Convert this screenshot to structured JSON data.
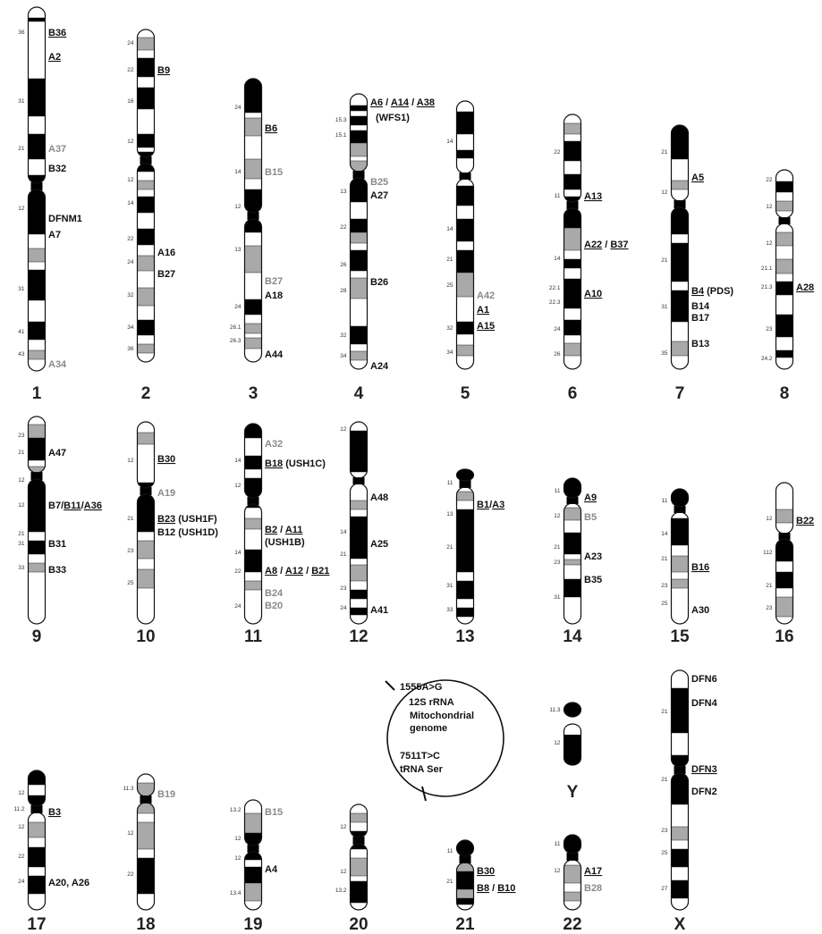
{
  "colors": {
    "black": "#000000",
    "gray": "#a9a9a9",
    "white": "#ffffff",
    "gray_text": "#8a8a8a"
  },
  "chromosomes": [
    {
      "name": "1",
      "bands": [
        "36",
        "31",
        "21",
        "12",
        "31",
        "41",
        "43"
      ],
      "loci": [
        {
          "segs": [
            {
              "t": "B36",
              "u": true
            }
          ]
        },
        {
          "segs": [
            {
              "t": "A2",
              "u": true
            }
          ]
        },
        {
          "segs": [
            {
              "t": "A37",
              "g": true
            }
          ]
        },
        {
          "segs": [
            {
              "t": "B32"
            }
          ]
        },
        {
          "segs": [
            {
              "t": "DFNM1"
            }
          ]
        },
        {
          "segs": [
            {
              "t": "A7"
            }
          ]
        },
        {
          "segs": [
            {
              "t": "A34",
              "g": true
            }
          ]
        }
      ]
    },
    {
      "name": "2",
      "bands": [
        "24",
        "22",
        "16",
        "12",
        "12",
        "14",
        "22",
        "24",
        "32",
        "34",
        "36"
      ],
      "loci": [
        {
          "segs": [
            {
              "t": "B9",
              "u": true
            }
          ]
        },
        {
          "segs": [
            {
              "t": "A16"
            }
          ]
        },
        {
          "segs": [
            {
              "t": "B27"
            }
          ]
        }
      ]
    },
    {
      "name": "3",
      "bands": [
        "24",
        "14",
        "12",
        "13",
        "24",
        "26.1",
        "26.3"
      ],
      "loci": [
        {
          "segs": [
            {
              "t": "B6",
              "u": true
            }
          ]
        },
        {
          "segs": [
            {
              "t": "B15",
              "g": true
            }
          ]
        },
        {
          "segs": [
            {
              "t": "B27",
              "g": true
            }
          ]
        },
        {
          "segs": [
            {
              "t": "A18"
            }
          ]
        },
        {
          "segs": [
            {
              "t": "A44"
            }
          ]
        }
      ]
    },
    {
      "name": "4",
      "bands": [
        "15.3",
        "15.1",
        "13",
        "22",
        "26",
        "28",
        "32",
        "34"
      ],
      "loci": [
        {
          "segs": [
            {
              "t": "A6",
              "u": true
            },
            {
              "t": " / "
            },
            {
              "t": "A14",
              "u": true
            },
            {
              "t": " / "
            },
            {
              "t": "A38",
              "u": true
            }
          ]
        },
        {
          "segs": [
            {
              "t": "(WFS1)"
            }
          ]
        },
        {
          "segs": [
            {
              "t": "B25",
              "g": true
            }
          ]
        },
        {
          "segs": [
            {
              "t": "A27"
            }
          ]
        },
        {
          "segs": [
            {
              "t": "B26"
            }
          ]
        },
        {
          "segs": [
            {
              "t": "A24"
            }
          ]
        }
      ]
    },
    {
      "name": "5",
      "bands": [
        "14",
        "14",
        "21",
        "25",
        "32",
        "34"
      ],
      "loci": [
        {
          "segs": [
            {
              "t": "A42",
              "g": true
            }
          ]
        },
        {
          "segs": [
            {
              "t": "A1",
              "u": true
            }
          ]
        },
        {
          "segs": [
            {
              "t": "A15",
              "u": true
            }
          ]
        }
      ]
    },
    {
      "name": "6",
      "bands": [
        "22",
        "11",
        "14",
        "22.1",
        "22.3",
        "24",
        "26"
      ],
      "loci": [
        {
          "segs": [
            {
              "t": "A13",
              "u": true
            }
          ]
        },
        {
          "segs": [
            {
              "t": "A22",
              "u": true
            },
            {
              "t": " / "
            },
            {
              "t": "B37",
              "u": true
            }
          ]
        },
        {
          "segs": [
            {
              "t": "A10",
              "u": true
            }
          ]
        }
      ]
    },
    {
      "name": "7",
      "bands": [
        "21",
        "12",
        "21",
        "31",
        "35"
      ],
      "loci": [
        {
          "segs": [
            {
              "t": "A5",
              "u": true
            }
          ]
        },
        {
          "segs": [
            {
              "t": "B4",
              "u": true
            },
            {
              "t": " (PDS)"
            }
          ]
        },
        {
          "segs": [
            {
              "t": "B14"
            }
          ]
        },
        {
          "segs": [
            {
              "t": "B17"
            }
          ]
        },
        {
          "segs": [
            {
              "t": "B13"
            }
          ]
        }
      ]
    },
    {
      "name": "8",
      "bands": [
        "22",
        "12",
        "12",
        "21.1",
        "21.3",
        "23",
        "24.2"
      ],
      "loci": [
        {
          "segs": [
            {
              "t": "A28",
              "u": true
            }
          ]
        }
      ]
    },
    {
      "name": "9",
      "bands": [
        "23",
        "21",
        "12",
        "12",
        "21",
        "31",
        "33"
      ],
      "loci": [
        {
          "segs": [
            {
              "t": "A47"
            }
          ]
        },
        {
          "segs": [
            {
              "t": "B7"
            },
            {
              "t": "/"
            },
            {
              "t": "B11",
              "u": true
            },
            {
              "t": "/"
            },
            {
              "t": "A36",
              "u": true
            }
          ]
        },
        {
          "segs": [
            {
              "t": "B31"
            }
          ]
        },
        {
          "segs": [
            {
              "t": "B33"
            }
          ]
        }
      ]
    },
    {
      "name": "10",
      "bands": [
        "12",
        "21",
        "23",
        "25"
      ],
      "loci": [
        {
          "segs": [
            {
              "t": "B30",
              "u": true
            }
          ]
        },
        {
          "segs": [
            {
              "t": "A19",
              "g": true
            }
          ]
        },
        {
          "segs": [
            {
              "t": "B23",
              "u": true
            },
            {
              "t": " (USH1F)"
            }
          ]
        },
        {
          "segs": [
            {
              "t": "B12"
            },
            {
              "t": " (USH1D)"
            }
          ]
        }
      ]
    },
    {
      "name": "11",
      "bands": [
        "14",
        "12",
        "14",
        "22",
        "24"
      ],
      "loci": [
        {
          "segs": [
            {
              "t": "A32",
              "g": true
            }
          ]
        },
        {
          "segs": [
            {
              "t": "B18",
              "u": true
            },
            {
              "t": " (USH1C)"
            }
          ]
        },
        {
          "segs": [
            {
              "t": "B2",
              "u": true
            },
            {
              "t": " / "
            },
            {
              "t": "A11",
              "u": true
            }
          ]
        },
        {
          "segs": [
            {
              "t": "(USH1B)"
            }
          ]
        },
        {
          "segs": [
            {
              "t": "A8",
              "u": true
            },
            {
              "t": " / "
            },
            {
              "t": "A12",
              "u": true
            },
            {
              "t": " / "
            },
            {
              "t": "B21",
              "u": true
            }
          ]
        },
        {
          "segs": [
            {
              "t": "B24",
              "g": true
            }
          ]
        },
        {
          "segs": [
            {
              "t": "B20",
              "g": true
            }
          ]
        }
      ]
    },
    {
      "name": "12",
      "bands": [
        "12",
        "14",
        "21",
        "23",
        "24"
      ],
      "loci": [
        {
          "segs": [
            {
              "t": "A48"
            }
          ]
        },
        {
          "segs": [
            {
              "t": "A25"
            }
          ]
        },
        {
          "segs": [
            {
              "t": "A41"
            }
          ]
        }
      ]
    },
    {
      "name": "13",
      "bands": [
        "11",
        "13",
        "21",
        "31",
        "33"
      ],
      "loci": [
        {
          "segs": [
            {
              "t": "B1",
              "u": true
            },
            {
              "t": "/"
            },
            {
              "t": "A3",
              "u": true
            }
          ]
        }
      ]
    },
    {
      "name": "14",
      "bands": [
        "11",
        "12",
        "21",
        "23",
        "31"
      ],
      "loci": [
        {
          "segs": [
            {
              "t": "A9",
              "u": true
            }
          ]
        },
        {
          "segs": [
            {
              "t": "B5",
              "g": true
            }
          ]
        },
        {
          "segs": [
            {
              "t": "A23"
            }
          ]
        },
        {
          "segs": [
            {
              "t": "B35"
            }
          ]
        }
      ]
    },
    {
      "name": "15",
      "bands": [
        "11",
        "14",
        "21",
        "23",
        "25"
      ],
      "loci": [
        {
          "segs": [
            {
              "t": "B16",
              "u": true
            }
          ]
        },
        {
          "segs": [
            {
              "t": "A30"
            }
          ]
        }
      ]
    },
    {
      "name": "16",
      "bands": [
        "12",
        "112",
        "21",
        "23"
      ],
      "loci": [
        {
          "segs": [
            {
              "t": "B22",
              "u": true
            }
          ]
        }
      ]
    },
    {
      "name": "17",
      "bands": [
        "12",
        "11.2",
        "12",
        "22",
        "24"
      ],
      "loci": [
        {
          "segs": [
            {
              "t": "B3",
              "u": true
            }
          ]
        },
        {
          "segs": [
            {
              "t": "A20, A26"
            }
          ]
        }
      ]
    },
    {
      "name": "18",
      "bands": [
        "11.3",
        "12",
        "22"
      ],
      "loci": [
        {
          "segs": [
            {
              "t": "B19",
              "g": true
            }
          ]
        }
      ]
    },
    {
      "name": "19",
      "bands": [
        "13.2",
        "12",
        "12",
        "13.4"
      ],
      "loci": [
        {
          "segs": [
            {
              "t": "B15",
              "g": true
            }
          ]
        },
        {
          "segs": [
            {
              "t": "A4"
            }
          ]
        }
      ]
    },
    {
      "name": "20",
      "bands": [
        "12",
        "12",
        "13.2"
      ],
      "loci": []
    },
    {
      "name": "21",
      "bands": [
        "11",
        "21"
      ],
      "loci": [
        {
          "segs": [
            {
              "t": "B30",
              "u": true
            }
          ]
        },
        {
          "segs": [
            {
              "t": "B8",
              "u": true
            },
            {
              "t": " / "
            },
            {
              "t": "B10",
              "u": true
            }
          ]
        }
      ]
    },
    {
      "name": "22",
      "bands": [
        "11",
        "12"
      ],
      "loci": [
        {
          "segs": [
            {
              "t": "A17",
              "u": true
            }
          ]
        },
        {
          "segs": [
            {
              "t": "B28",
              "g": true
            }
          ]
        }
      ]
    },
    {
      "name": "Y",
      "bands": [
        "11.3",
        "12"
      ],
      "loci": []
    },
    {
      "name": "X",
      "bands": [
        "21",
        "21",
        "23",
        "25",
        "27"
      ],
      "loci": [
        {
          "segs": [
            {
              "t": "DFN6"
            }
          ]
        },
        {
          "segs": [
            {
              "t": "DFN4"
            }
          ]
        },
        {
          "segs": [
            {
              "t": "DFN3",
              "u": true
            }
          ]
        },
        {
          "segs": [
            {
              "t": "DFN2"
            }
          ]
        }
      ]
    }
  ],
  "mitochondrial": {
    "lines": [
      "1555A>G",
      "12S rRNA",
      "Mitochondrial",
      "genome",
      "7511T>C",
      "tRNA Ser"
    ]
  }
}
